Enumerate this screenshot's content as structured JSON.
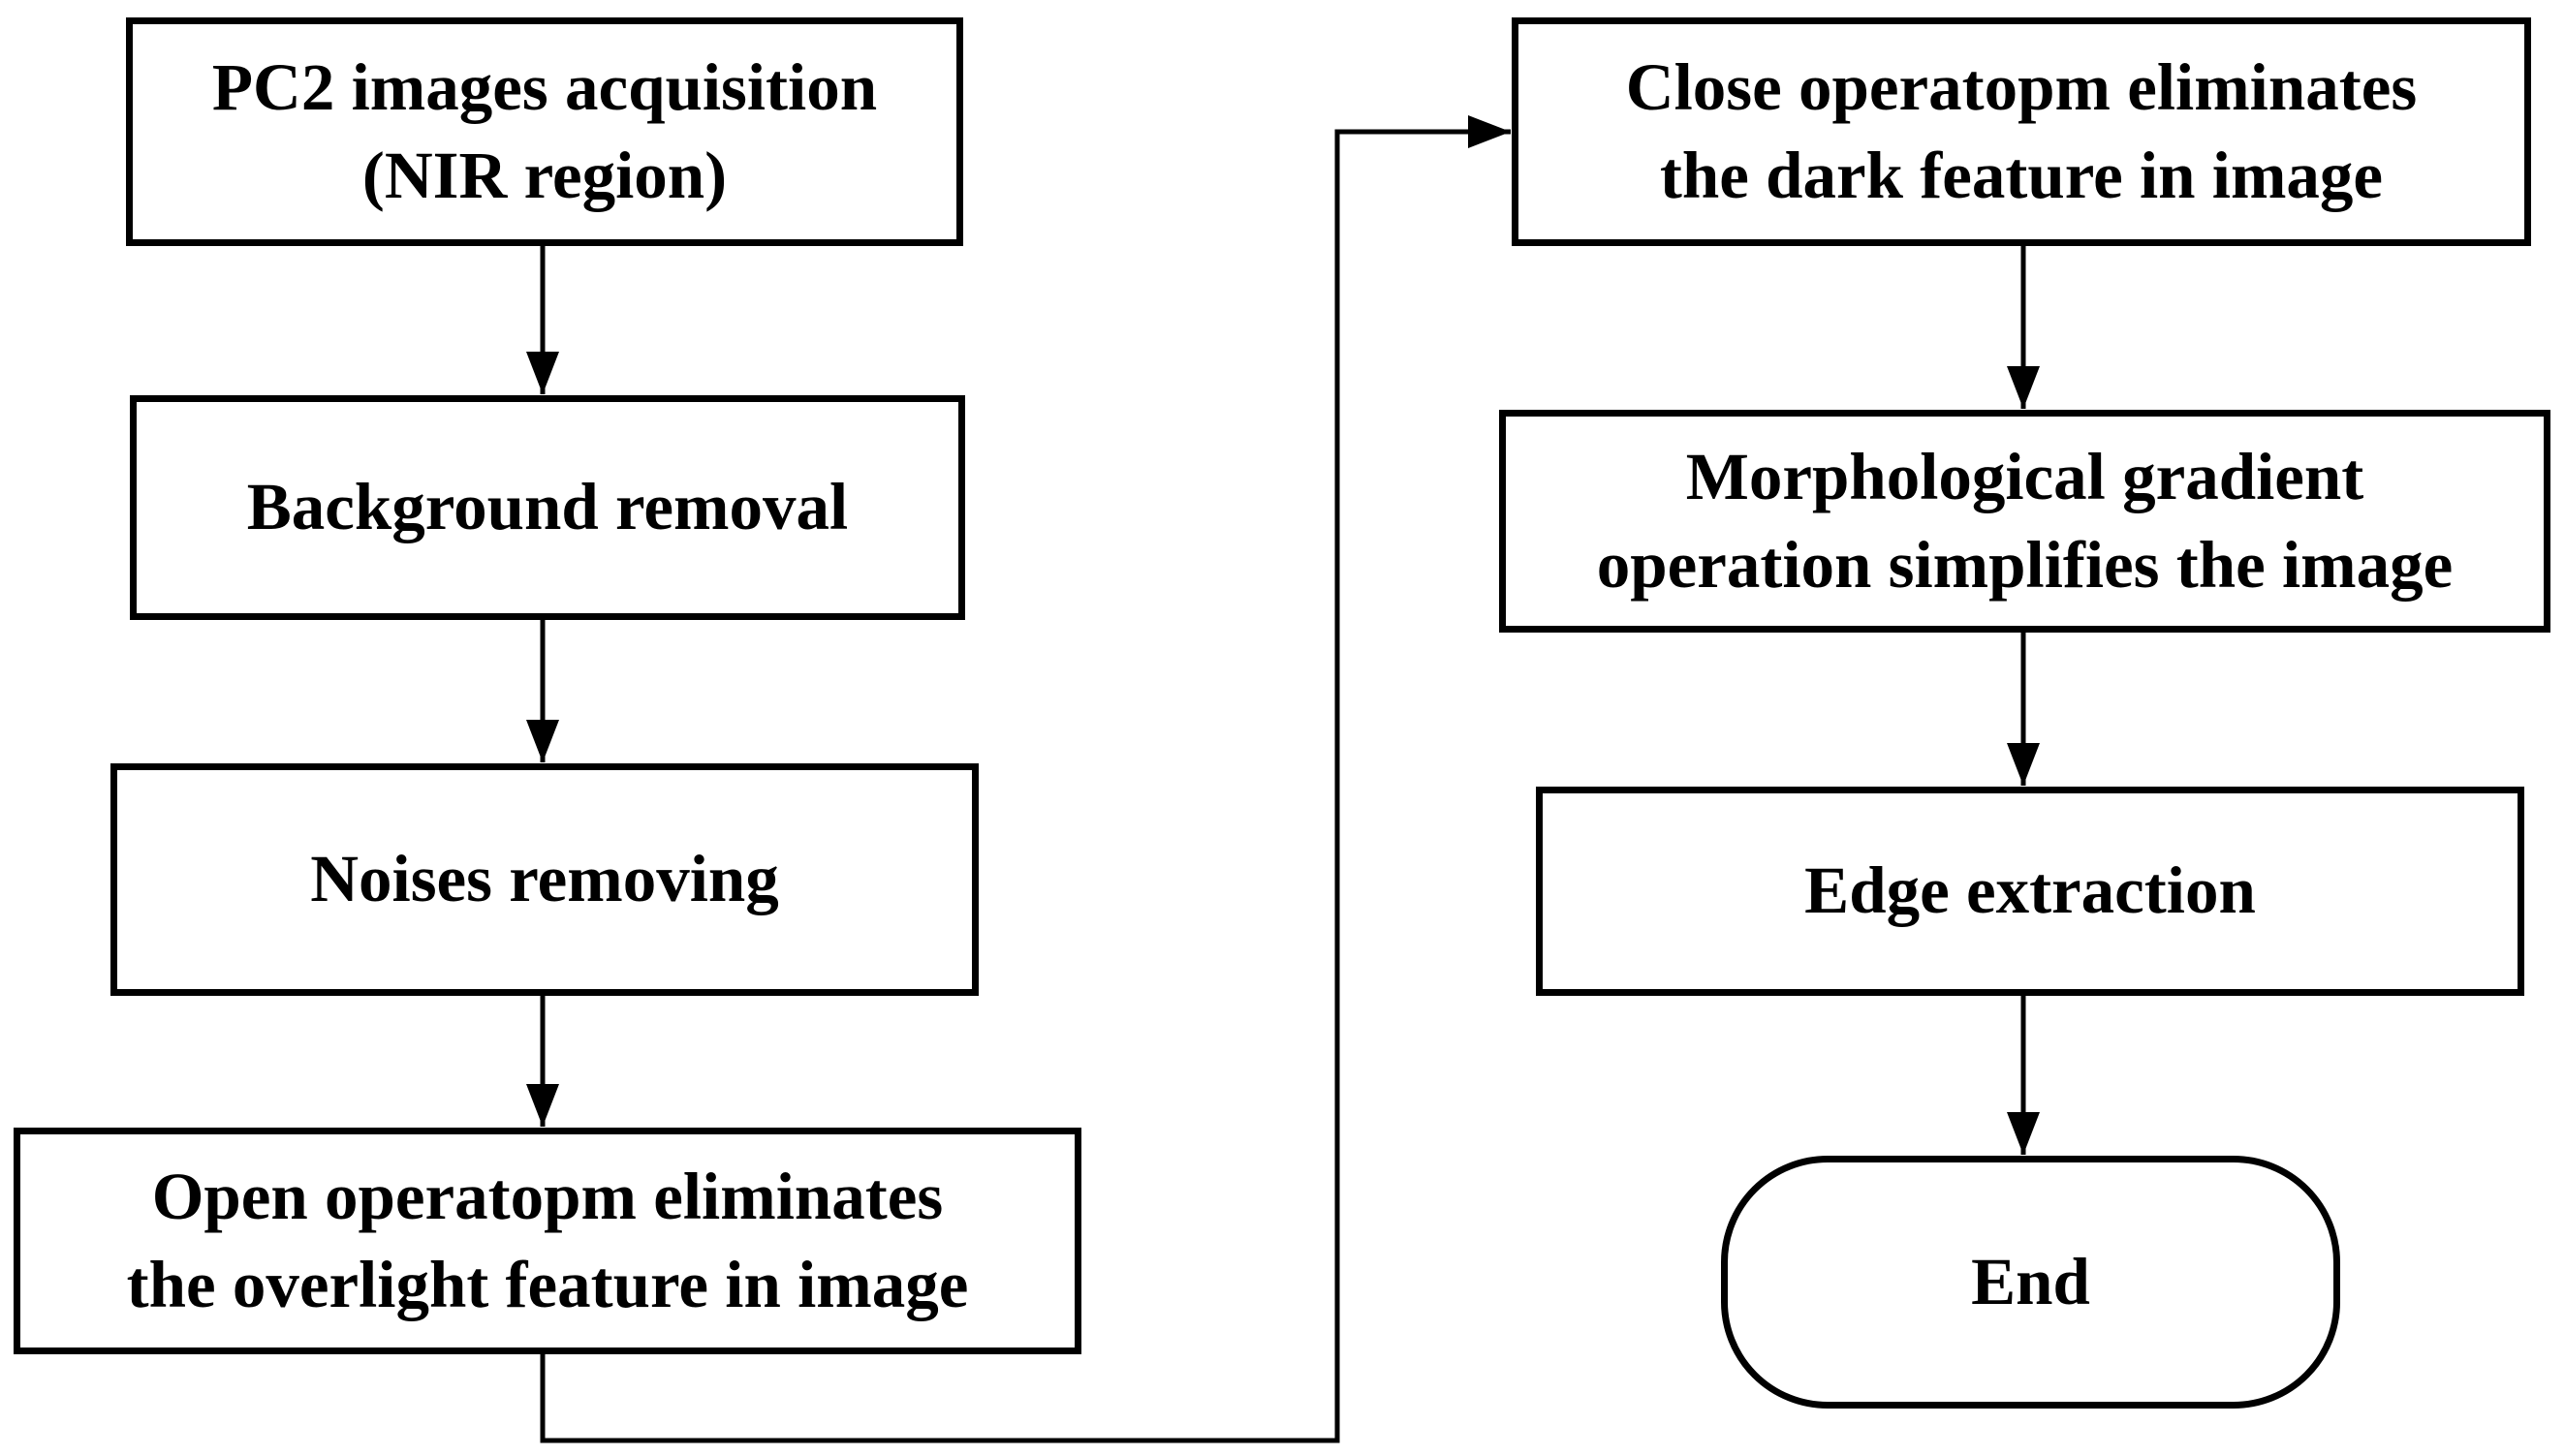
{
  "diagram": {
    "colors": {
      "background": "#ffffff",
      "stroke": "#000000",
      "text": "#000000"
    },
    "nodes": [
      {
        "id": "pc2-images-acquisition",
        "shape": "rectangle",
        "lines": [
          "PC2 images acquisition",
          "(NIR region)"
        ]
      },
      {
        "id": "background-removal",
        "shape": "rectangle",
        "lines": [
          "Background removal"
        ]
      },
      {
        "id": "noises-removing",
        "shape": "rectangle",
        "lines": [
          "Noises removing"
        ]
      },
      {
        "id": "open-operation",
        "shape": "rectangle",
        "lines": [
          "Open operatopm eliminates",
          "the overlight feature in image"
        ]
      },
      {
        "id": "close-operation",
        "shape": "rectangle",
        "lines": [
          "Close operatopm eliminates",
          "the dark feature in image"
        ]
      },
      {
        "id": "morphological-gradient",
        "shape": "rectangle",
        "lines": [
          "Morphological gradient",
          "operation simplifies the image"
        ]
      },
      {
        "id": "edge-extraction",
        "shape": "rectangle",
        "lines": [
          "Edge extraction"
        ]
      },
      {
        "id": "end",
        "shape": "rounded",
        "lines": [
          "End"
        ]
      }
    ],
    "edges": [
      {
        "from": "pc2-images-acquisition",
        "to": "background-removal",
        "type": "arrow"
      },
      {
        "from": "background-removal",
        "to": "noises-removing",
        "type": "arrow"
      },
      {
        "from": "noises-removing",
        "to": "open-operation",
        "type": "arrow"
      },
      {
        "from": "open-operation",
        "to": "close-operation",
        "type": "elbow-arrow"
      },
      {
        "from": "close-operation",
        "to": "morphological-gradient",
        "type": "arrow"
      },
      {
        "from": "morphological-gradient",
        "to": "edge-extraction",
        "type": "arrow"
      },
      {
        "from": "edge-extraction",
        "to": "end",
        "type": "arrow"
      }
    ]
  }
}
